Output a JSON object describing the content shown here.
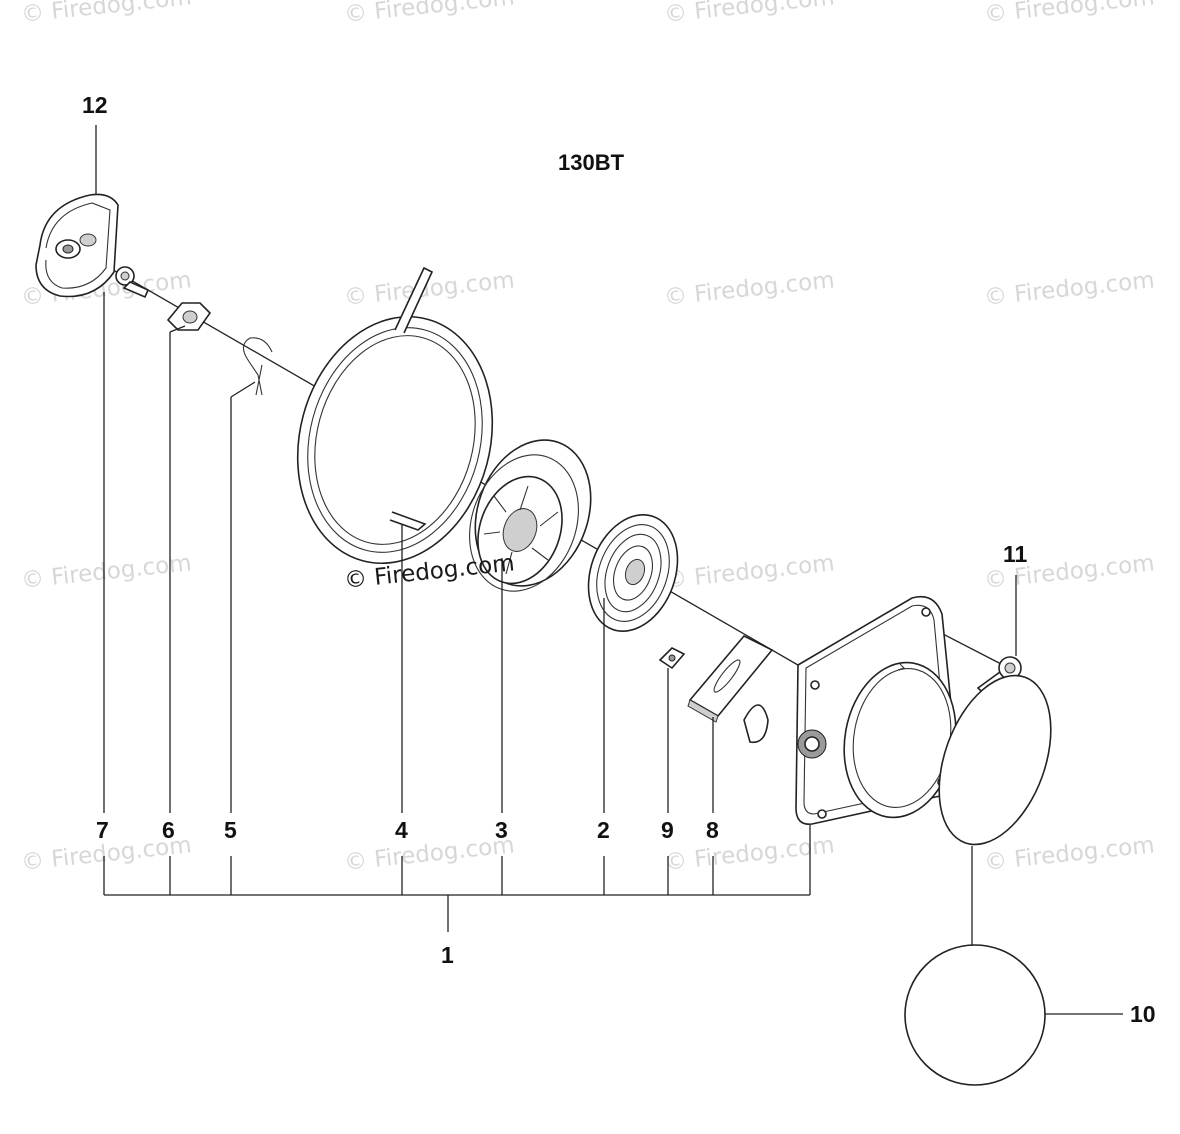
{
  "diagram": {
    "model": "130BT",
    "watermark_text": "© Firedog.com",
    "center_watermark_text": "© Firedog.com",
    "part_labels": [
      {
        "id": "p1",
        "text": "1"
      },
      {
        "id": "p2",
        "text": "2"
      },
      {
        "id": "p3",
        "text": "3"
      },
      {
        "id": "p4",
        "text": "4"
      },
      {
        "id": "p5",
        "text": "5"
      },
      {
        "id": "p6",
        "text": "6"
      },
      {
        "id": "p7",
        "text": "7"
      },
      {
        "id": "p8",
        "text": "8"
      },
      {
        "id": "p9",
        "text": "9"
      },
      {
        "id": "p10",
        "text": "10"
      },
      {
        "id": "p11",
        "text": "11"
      },
      {
        "id": "p12",
        "text": "12"
      }
    ]
  }
}
